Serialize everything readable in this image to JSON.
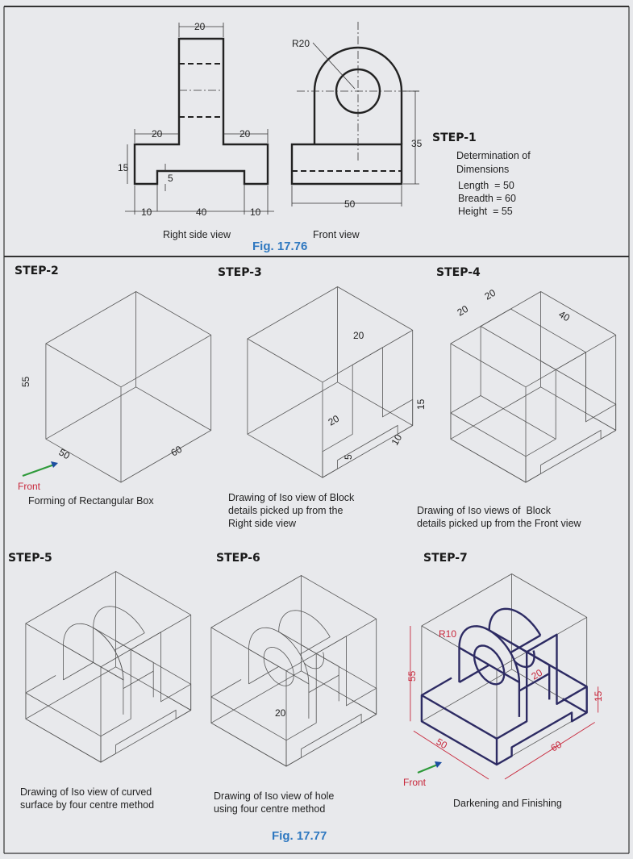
{
  "fig_76": {
    "caption": "Fig. 17.76",
    "right_side_view": {
      "label": "Right side view",
      "dim_top": "20",
      "dim_left_step": "20",
      "dim_right_step": "20",
      "dim_base_height": "15",
      "dim_groove_depth": "5",
      "dim_bottom_left": "10",
      "dim_bottom_mid": "40",
      "dim_bottom_right": "10"
    },
    "front_view": {
      "label": "Front view",
      "radius": "R20",
      "dim_height": "35",
      "dim_width": "50"
    }
  },
  "step1": {
    "title": "STEP-1",
    "desc_1": "Determination of",
    "desc_2": "Dimensions",
    "length": "Length  = 50",
    "breadth": "Breadth = 60",
    "height": "Height  = 55"
  },
  "steps": [
    {
      "title": "STEP-2",
      "caption": [
        "Forming of Rectangular Box"
      ],
      "dims": [
        "55",
        "50",
        "60"
      ]
    },
    {
      "title": "STEP-3",
      "caption": [
        "Drawing of Iso view of Block",
        "details picked up from the",
        "Right side view"
      ],
      "dims": [
        "20",
        "20",
        "15",
        "10",
        "5"
      ]
    },
    {
      "title": "STEP-4",
      "caption": [
        "Drawing of Iso views of  Block",
        "details picked up from the Front view"
      ],
      "dims": [
        "20",
        "20",
        "40"
      ]
    },
    {
      "title": "STEP-5",
      "caption": [
        "Drawing of Iso view of curved",
        "surface by four centre method"
      ],
      "dims": []
    },
    {
      "title": "STEP-6",
      "caption": [
        "Drawing of Iso view of hole",
        "using four centre method"
      ],
      "dims": [
        "20"
      ]
    },
    {
      "title": "STEP-7",
      "caption": [
        "Darkening and Finishing"
      ],
      "dims": [
        "R10",
        "55",
        "20",
        "15",
        "50",
        "60"
      ]
    }
  ],
  "front_label": "Front",
  "fig_77": {
    "caption": "Fig. 17.77"
  },
  "colors": {
    "background": "#e8e9ec",
    "figure_caption": "#2f78c0",
    "dimension_red": "#c8283c",
    "final_outline": "#2d2b63",
    "arrow_green": "#2e9a3a"
  }
}
